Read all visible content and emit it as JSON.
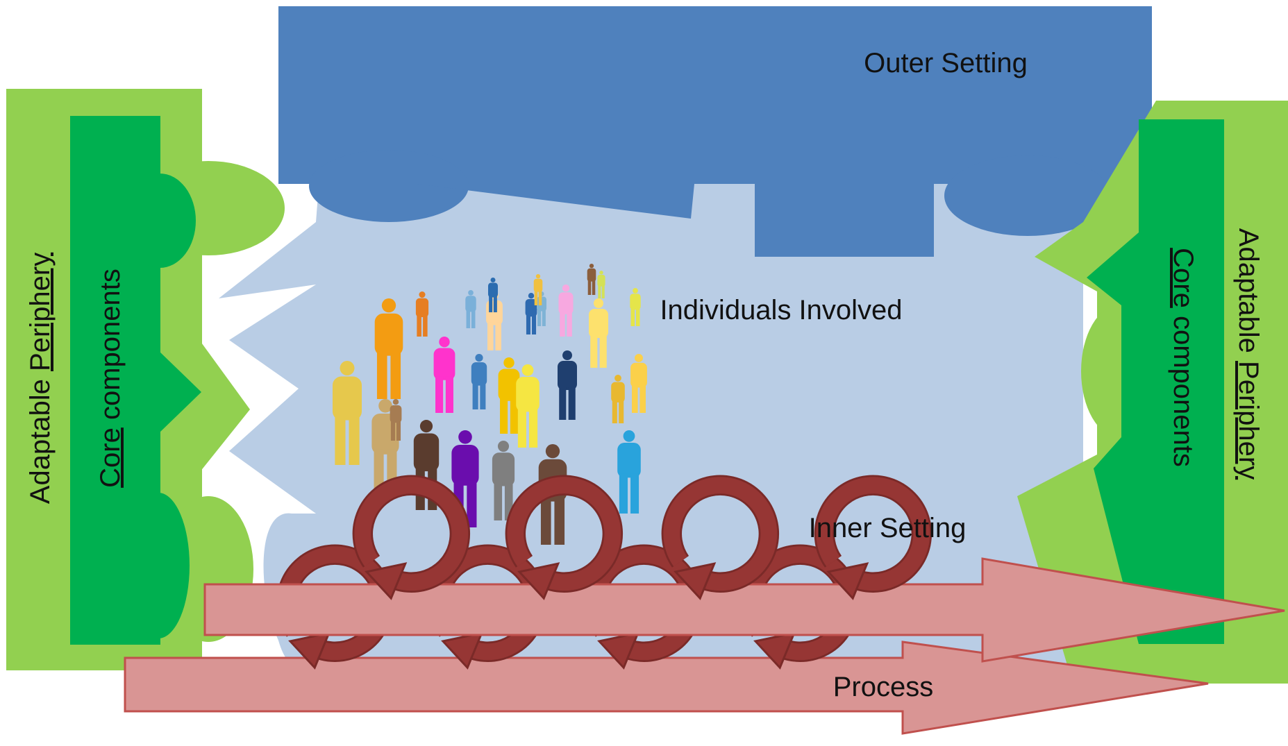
{
  "labels": {
    "outer_setting": "Outer Setting",
    "individuals_involved": "Individuals Involved",
    "inner_setting": "Inner Setting",
    "process": "Process"
  },
  "left_panel": {
    "outer_word1": "Adaptable",
    "outer_word2": "Periphery",
    "inner_word1": "Core",
    "inner_word2": "components"
  },
  "right_panel": {
    "outer_word1": "Adaptable",
    "outer_word2": "Periphery",
    "inner_word1": "Core",
    "inner_word2": "components"
  },
  "colors": {
    "outer_setting": "#4f81bd",
    "inner_setting": "#b9cde5",
    "adaptable_periphery": "#92d050",
    "core_components": "#00b050",
    "process_arrow": "#d99594",
    "process_arrow_edge": "#c0504d",
    "cycle_arrow": "#963634"
  },
  "figure_colors": [
    "#f39c12",
    "#e67e22",
    "#e6c84c",
    "#c9a86b",
    "#ff33cc",
    "#3f7fbf",
    "#f2c200",
    "#7ab0d9",
    "#ffd59a",
    "#2e6ab0",
    "#f5e642",
    "#7fb3d5",
    "#f7a8e0",
    "#fde16d",
    "#d4e157",
    "#5a3c2e",
    "#6a0dad",
    "#7f7f7f",
    "#6b4a3a",
    "#1f3f6f",
    "#29a3dc",
    "#e8b830",
    "#f0c040",
    "#2b6cb0",
    "#8b5e3c",
    "#fbd04a",
    "#e5e54a",
    "#a67c52"
  ]
}
